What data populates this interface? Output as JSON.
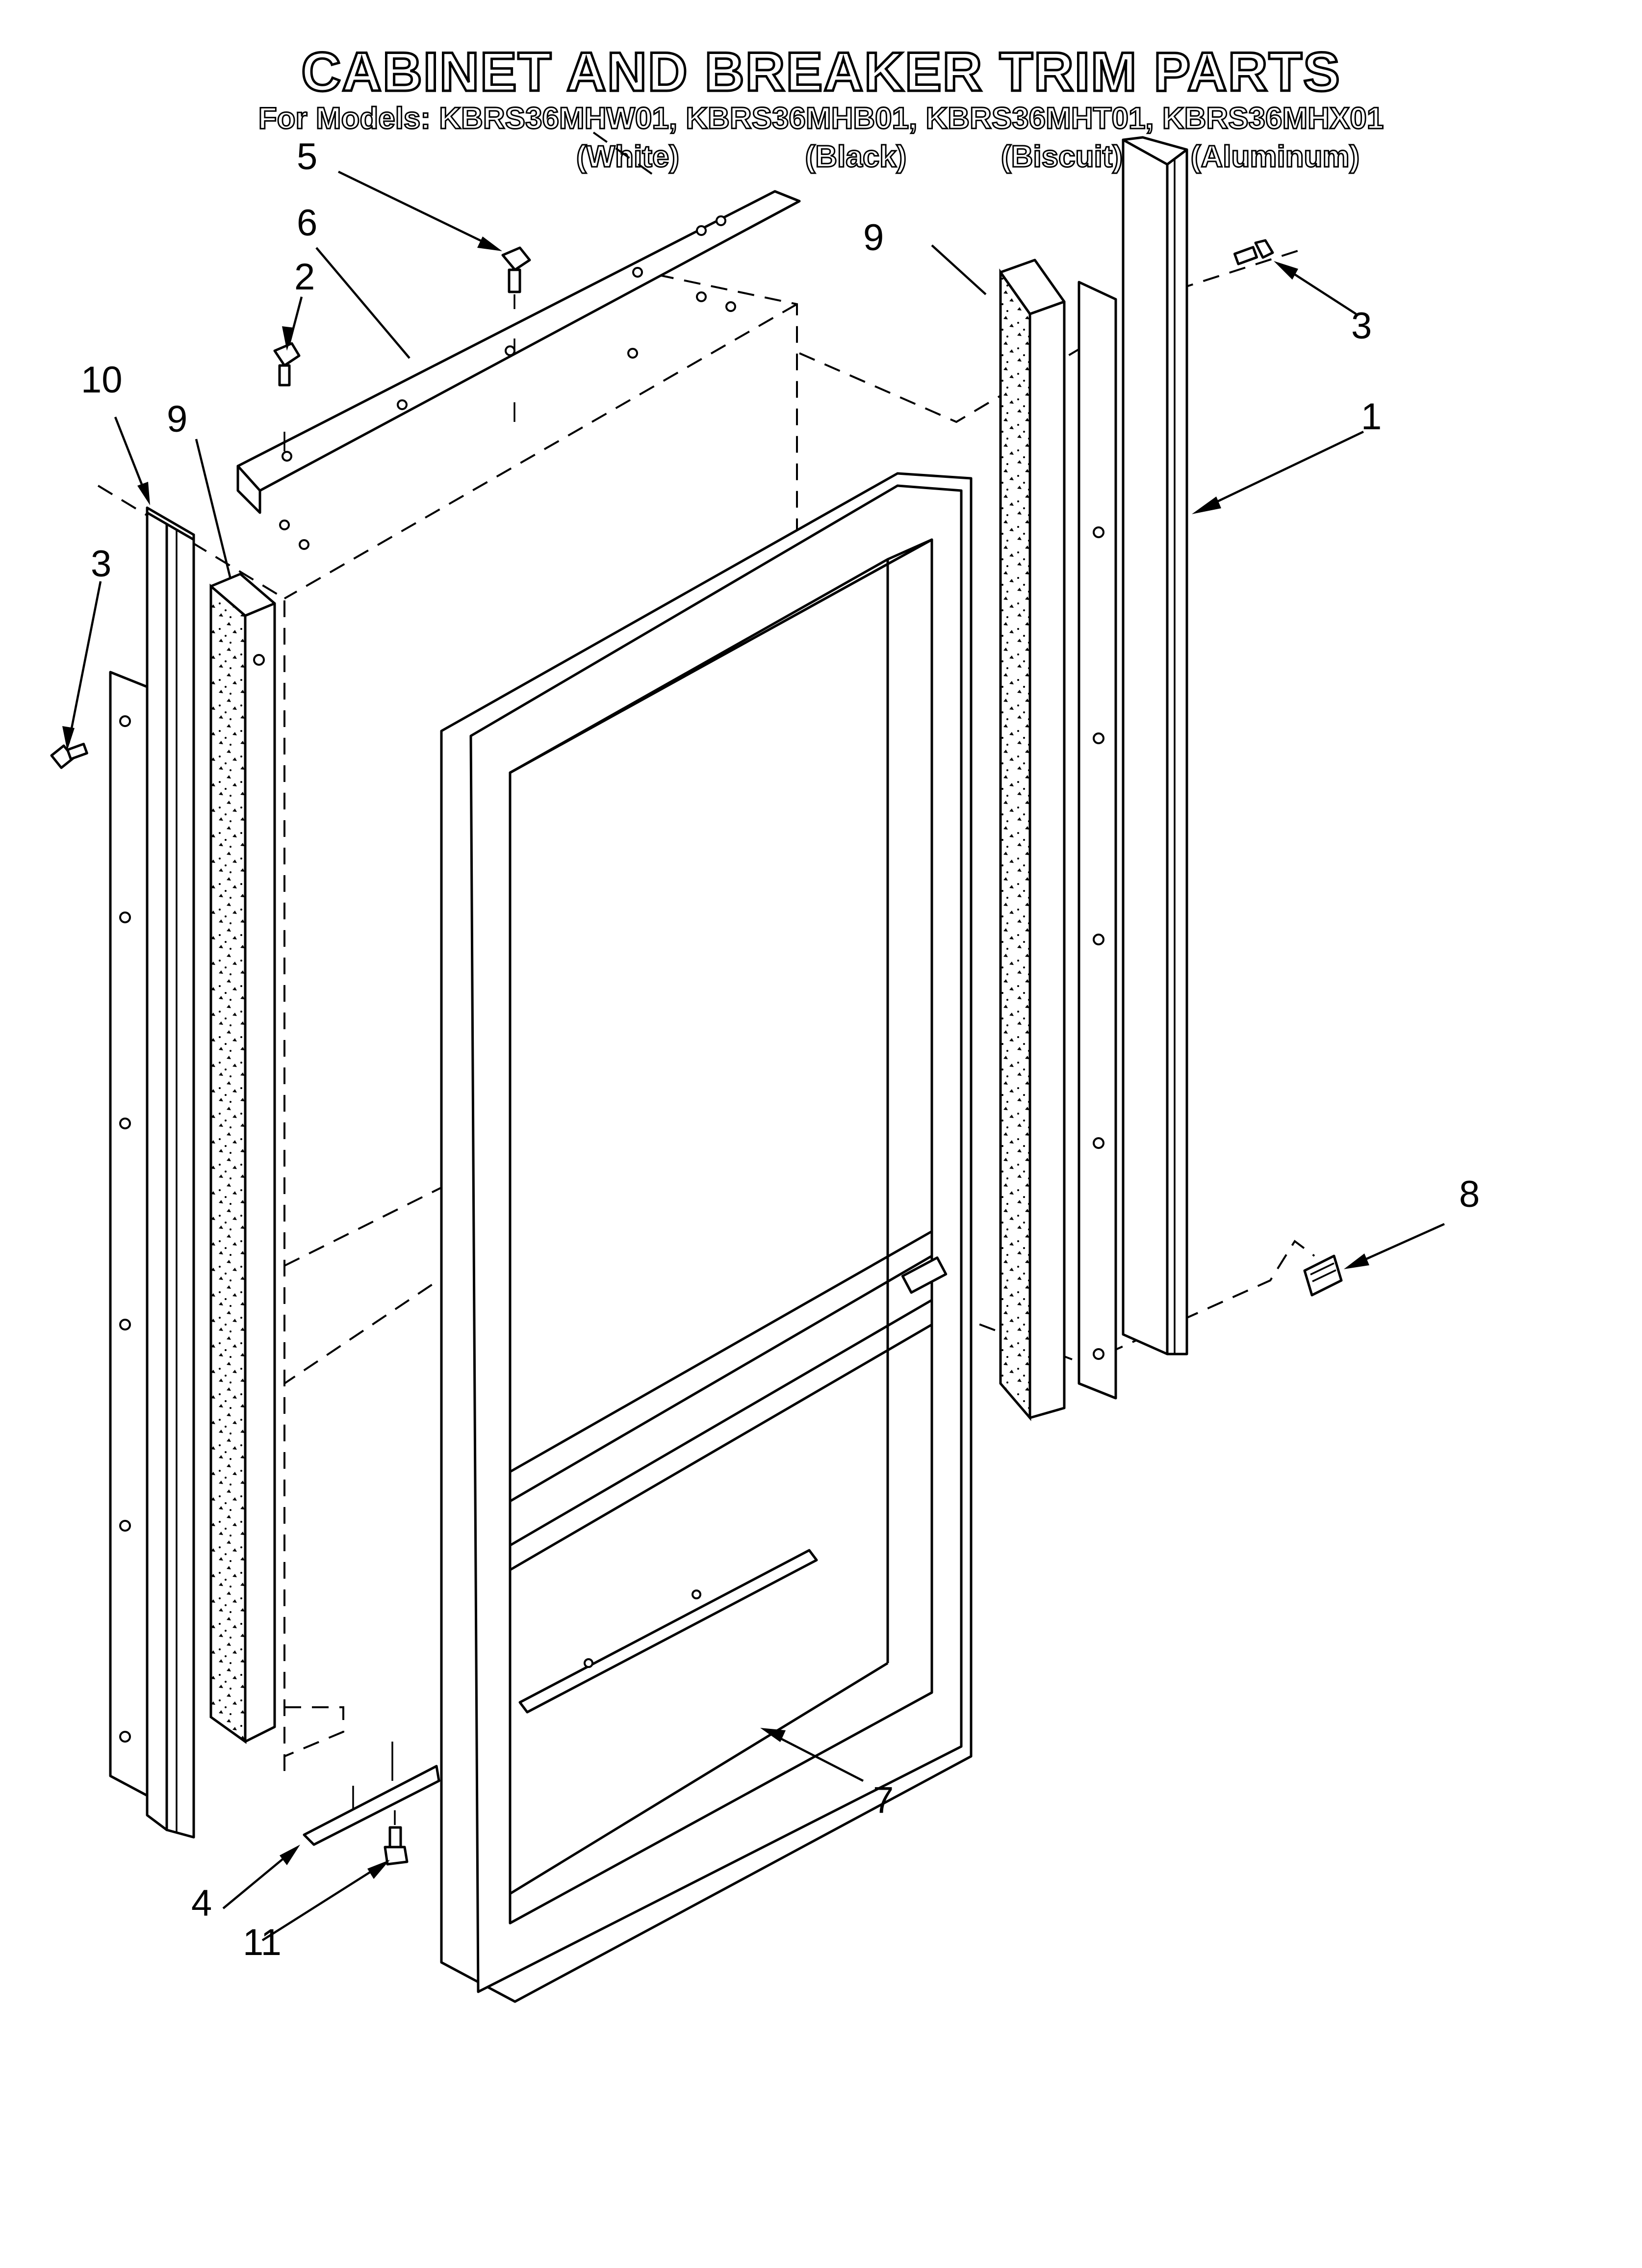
{
  "header": {
    "title": "CABINET AND BREAKER TRIM PARTS",
    "models_line": "For Models: KBRS36MHW01, KBRS36MHB01, KBRS36MHT01, KBRS36MHX01",
    "variants": [
      "(White)",
      "(Black)",
      "(Biscuit)",
      "(Aluminum)"
    ]
  },
  "callouts": {
    "c1": "1",
    "c2": "2",
    "c3_right": "3",
    "c3_left": "3",
    "c4": "4",
    "c5": "5",
    "c6": "6",
    "c7": "7",
    "c8": "8",
    "c9_left": "9",
    "c9_right": "9",
    "c10": "10",
    "c11": "11"
  }
}
